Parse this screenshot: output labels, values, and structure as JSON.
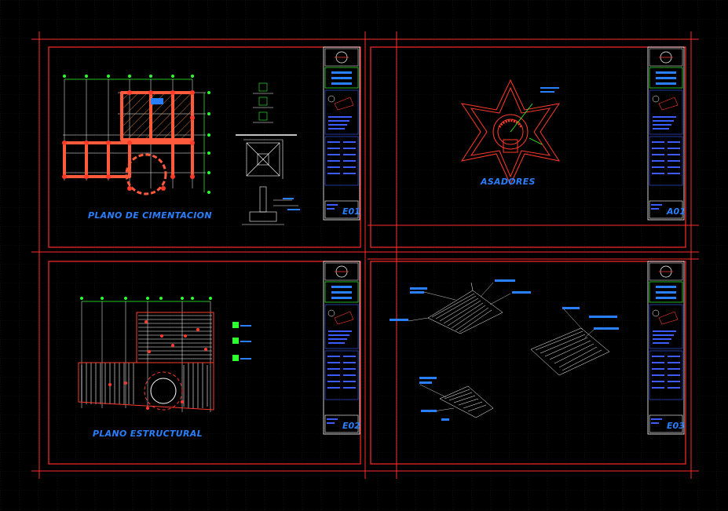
{
  "sheets": [
    {
      "id": "plano-cimentacion",
      "title": "PLANO DE CIMENTACION",
      "sheet_no": "E01"
    },
    {
      "id": "asadores",
      "title": "ASADORES",
      "sheet_no": "A01"
    },
    {
      "id": "plano-estructural",
      "title": "PLANO ESTRUCTURAL",
      "sheet_no": "E02"
    },
    {
      "id": "techos",
      "title": "",
      "sheet_no": "E03"
    }
  ],
  "colors": {
    "background": "#000000",
    "frame": "#ff2a2a",
    "grid": "#3a3a3a",
    "drawing": "#ff5a3c",
    "axis": "#2eff2e",
    "text": "#2a7fff",
    "white": "#ffffff"
  }
}
